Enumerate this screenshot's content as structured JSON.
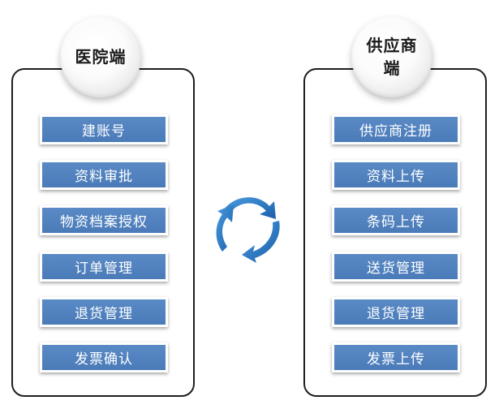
{
  "hospital": {
    "title": "医院端",
    "items": [
      "建账号",
      "资料审批",
      "物资档案授权",
      "订单管理",
      "退货管理",
      "发票确认"
    ]
  },
  "supplier": {
    "title": "供应商端",
    "items": [
      "供应商注册",
      "资料上传",
      "条码上传",
      "送货管理",
      "退货管理",
      "发票上传"
    ]
  },
  "colors": {
    "item_fill": "#4f81bd",
    "arrow": "#2e75c8"
  },
  "icons": {
    "center": "cycle-arrows-icon"
  }
}
